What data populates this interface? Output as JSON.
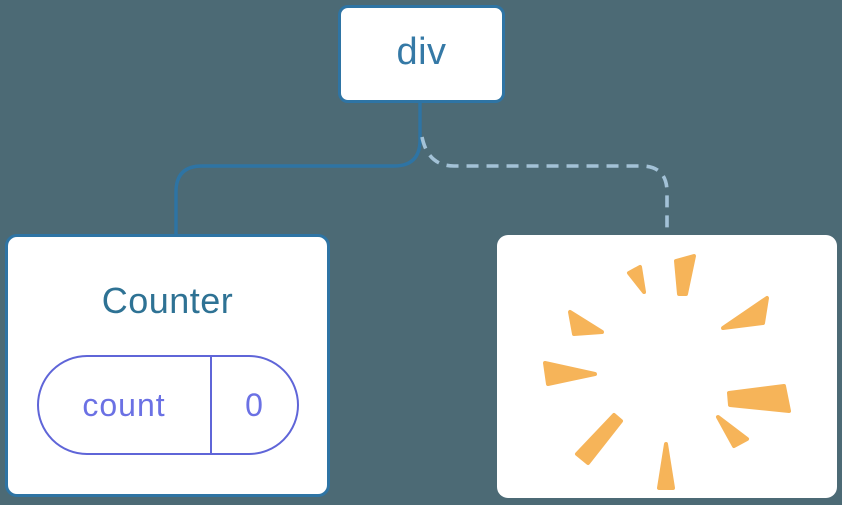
{
  "diagram": {
    "root_node": {
      "label": "div"
    },
    "counter_card": {
      "title": "Counter",
      "pill": {
        "label": "count",
        "value": "0"
      }
    },
    "poof_card": {
      "icon": "poof-starburst"
    },
    "connectors": [
      {
        "type": "solid",
        "from": "div",
        "to": "counter_card"
      },
      {
        "type": "dashed",
        "from": "div",
        "to": "poof_card"
      }
    ],
    "colors": {
      "background": "#4c6a75",
      "card_background": "#ffffff",
      "node_border": "#2e74a4",
      "node_text": "#3579a6",
      "counter_title": "#2e7294",
      "solid_connector": "#2e74a4",
      "dashed_connector": "#a3c2d7",
      "pill_border": "#5f65d8",
      "pill_text": "#6b71e4",
      "poof": "#f6b459"
    }
  }
}
